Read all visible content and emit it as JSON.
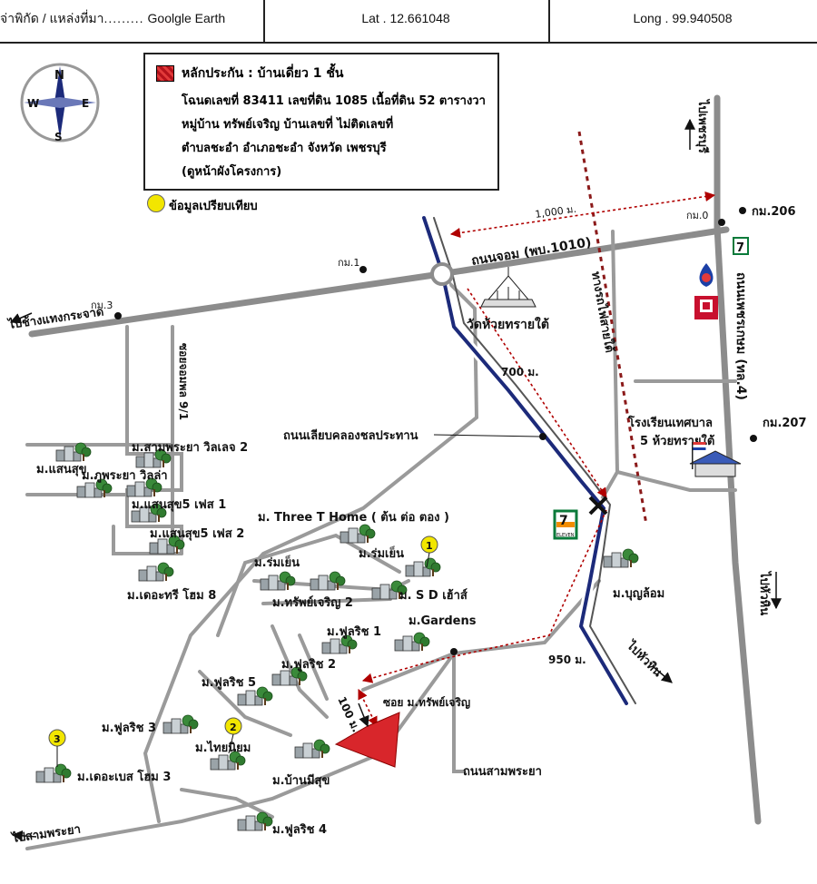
{
  "header": {
    "location_label": "จ่าพิกัด / แหล่งที่มา",
    "location_value": "Goolgle Earth",
    "lat_label": "Lat .",
    "lat_value": "12.661048",
    "long_label": "Long .",
    "long_value": "99.940508"
  },
  "compass": {
    "n": "N",
    "s": "S",
    "e": "E",
    "w": "W"
  },
  "legend": {
    "title": "หลักประกัน : บ้านเดี่ยว 1 ชั้น",
    "line1": "โฉนดเลขที่ 83411 เลขที่ดิน 1085  เนื้อที่ดิน 52 ตารางวา",
    "line2": "หมู่บ้าน ทรัพย์เจริญ บ้านเลขที่ ไม่ติดเลขที่",
    "line3": "ตำบลชะอำ อำเภอชะอำ จังหวัด เพชรบุรี",
    "line4": "(ดูหน้าผังโครงการ)",
    "comparison": "ข้อมูลเปรียบเทียบ",
    "colors": {
      "subject": "#d8262b",
      "comparison": "#f2e600",
      "canal": "#1c2a7a",
      "route": "#b00000"
    }
  },
  "roads": {
    "to_phetchaburi": "ไปเพชรบุรี",
    "to_huahin_right": "ไปหัวหิน",
    "to_huahin_bottom": "ไปหัวหิน",
    "to_changphaeng": "ไปช้างแทงกระจาด",
    "to_sampraya": "ไปสามพระยา",
    "thanon_jom": "ถนนจอม (พบ.1010)",
    "phetkasem": "ถนนเพชรเกษม (ทล.4)",
    "railway": "ทางรถไฟสายใต้",
    "canal_road": "ถนนเลียบคลองชลประทาน",
    "sampraya_road": "ถนนสามพระยา",
    "soi_jompol": "ซอยจอมพล 9/1",
    "soi_subject": "ซอย ม.ทรัพย์เจริญ"
  },
  "km": {
    "k1": "กม.1",
    "k0": "กม.0",
    "k3": "กม.3",
    "k206": "กม.206",
    "k207": "กม.207"
  },
  "distances": {
    "d1000": "1,000 ม.",
    "d700": "700 ม.",
    "d950": "950 ม.",
    "d100": "100 ม."
  },
  "landmarks": {
    "temple": "วัดห้วยทรายใต้",
    "school1": "โรงเรียนเทศบาล",
    "school2": "5 ห้วยทรายใต้",
    "seven_eleven": "ELEVEN",
    "seven": "7"
  },
  "villages": {
    "saensuk": "ม.แสนสุข",
    "sampraya_village": "ม.สามพระยา วิลเลจ 2",
    "phupraya": "ม.ภูพระยา วิลล่า",
    "saensuk5_1": "ม.แสนสุข5 เฟส 1",
    "saensuk5_2": "ม.แสนสุข5 เฟส 2",
    "three_t": "ม. Three T Home ( ต้น ต่อ ตอง )",
    "romyen1": "ม.ร่มเย็น",
    "romyen2": "ม.ร่มเย็น",
    "sd_house": "ม. S D เฮ้าส์",
    "deetree8": "ม.เดอะทรี โฮม 8",
    "sapcharoen2": "ม.ทรัพย์เจริญ 2",
    "fulrich1": "ม.ฟูลริช 1",
    "gardens": "ม.Gardens",
    "bunlom": "ม.บุญล้อม",
    "fulrich2": "ม.ฟูลริช 2",
    "fulrich5": "ม.ฟูลริช 5",
    "fulrich3": "ม.ฟูลริช 3",
    "thainiyom": "ม.ไทยนิยม",
    "deebase3": "ม.เดอะเบส โฮม 3",
    "banmeesuk": "ม.บ้านมีสุข",
    "fulrich4": "ม.ฟูลริช 4"
  },
  "comparisons": {
    "c1": "1",
    "c2": "2",
    "c3": "3"
  }
}
